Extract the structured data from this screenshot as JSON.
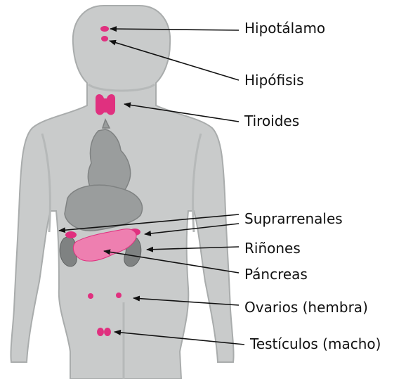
{
  "labels": {
    "hipotalamo": "Hipotálamo",
    "hipofisis": "Hipófisis",
    "tiroides": "Tiroides",
    "suprarrenales": "Suprarrenales",
    "rinones": "Riñones",
    "pancreas": "Páncreas",
    "ovarios": "Ovarios (hembra)",
    "testiculos": "Testículos (macho)"
  },
  "colors": {
    "body": "#c9cbcb",
    "body_shadow": "#a9acac",
    "gland": "#e0307f",
    "pancreas": "#ee7fb0",
    "organ": "#9a9d9d",
    "kidney": "#7f8282",
    "arrow": "#111111"
  }
}
